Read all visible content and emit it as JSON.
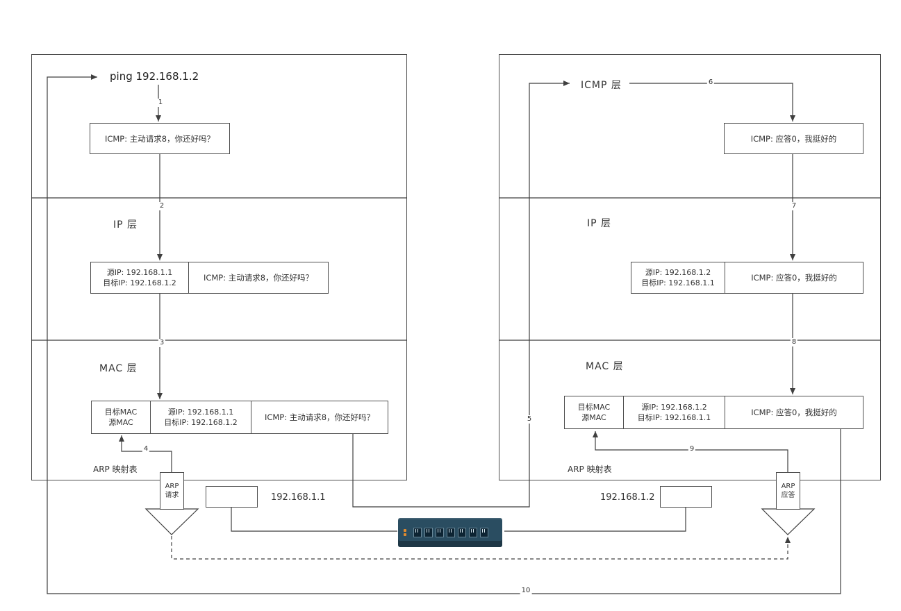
{
  "diagram": {
    "left_host": {
      "ping_command": "ping 192.168.1.2",
      "icmp_request": "ICMP: 主动请求8，你还好吗？",
      "ip_layer": "IP 层",
      "ip_src": "源IP: 192.168.1.1",
      "ip_dst": "目标IP: 192.168.1.2",
      "mac_layer": "MAC 层",
      "mac_dst": "目标MAC",
      "mac_src": "源MAC",
      "arp_table": "ARP 映射表",
      "arp_word1": "ARP",
      "arp_word2": "请求",
      "nic_ip": "192.168.1.1"
    },
    "right_host": {
      "icmp_layer": "ICMP 层",
      "icmp_reply": "ICMP: 应答0，我挺好的",
      "ip_layer": "IP 层",
      "ip_src": "源IP: 192.168.1.2",
      "ip_dst": "目标IP: 192.168.1.1",
      "mac_layer": "MAC 层",
      "mac_dst": "目标MAC",
      "mac_src": "源MAC",
      "arp_table": "ARP 映射表",
      "arp_word1": "ARP",
      "arp_word2": "应答",
      "nic_ip": "192.168.1.2"
    },
    "steps": {
      "s1": "1",
      "s2": "2",
      "s3": "3",
      "s4": "4",
      "s5": "5",
      "s6": "6",
      "s7": "7",
      "s8": "8",
      "s9": "9",
      "s10": "10"
    }
  }
}
